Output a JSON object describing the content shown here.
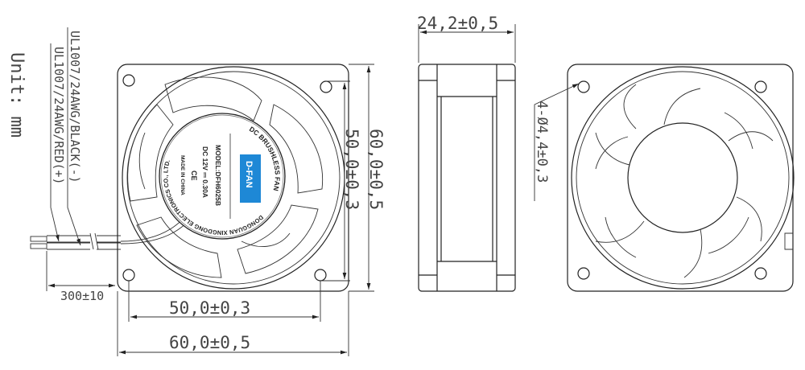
{
  "unit_label": "Unit: mm",
  "wires": {
    "black": "UL1007/24AWG/BLACK(-)",
    "red": "UL1007/24AWG/RED(+)",
    "length": "300±10"
  },
  "dimensions": {
    "depth": "24,2±0,5",
    "hole_spacing_vertical": "50,0±0,3",
    "height": "60,0±0,5",
    "hole_spacing_horizontal": "50,0±0,3",
    "width": "60,0±0,5",
    "holes": "4-Ø4,4±0,3"
  },
  "label": {
    "top_arc": "DC BRUSHLESS FAN",
    "brand": "D-FAN",
    "model": "MODEL:DFH6025B",
    "rating": "DC 12V ⎓ 0.30A",
    "ce": "CE",
    "made_in": "MADE IN CHINA",
    "maker_arc": "DONGGUAN XINGDONG ELECTRONICS CO., LTD.",
    "brand_color": "#1e88d6"
  }
}
